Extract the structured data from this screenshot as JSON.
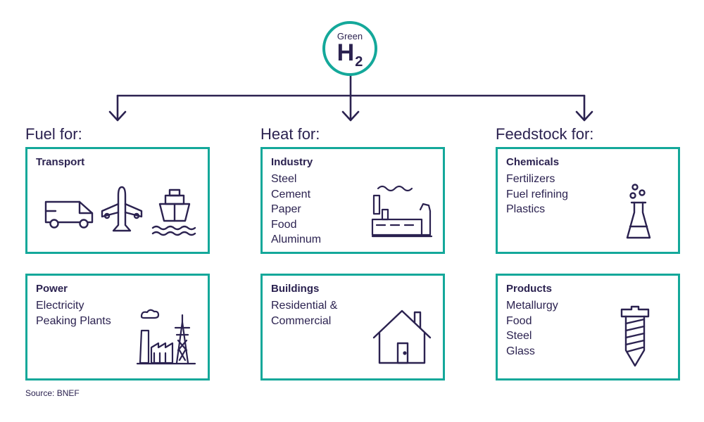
{
  "hub": {
    "top_label": "Green",
    "main_label": "H",
    "subscript": "2"
  },
  "columns": [
    {
      "heading": "Fuel for:",
      "cards": [
        {
          "title": "Transport",
          "items": [],
          "icons": [
            "van-icon",
            "airplane-icon",
            "ship-icon"
          ]
        },
        {
          "title": "Power",
          "items": [
            "Electricity",
            "Peaking Plants"
          ],
          "icons": [
            "power-plant-icon"
          ]
        }
      ]
    },
    {
      "heading": "Heat for:",
      "cards": [
        {
          "title": "Industry",
          "items": [
            "Steel",
            "Cement",
            "Paper",
            "Food",
            "Aluminum"
          ],
          "icons": [
            "factory-icon"
          ]
        },
        {
          "title": "Buildings",
          "items": [
            "Residential &",
            "Commercial"
          ],
          "icons": [
            "house-icon"
          ]
        }
      ]
    },
    {
      "heading": "Feedstock for:",
      "cards": [
        {
          "title": "Chemicals",
          "items": [
            "Fertilizers",
            "Fuel refining",
            "Plastics"
          ],
          "icons": [
            "flask-icon"
          ]
        },
        {
          "title": "Products",
          "items": [
            "Metallurgy",
            "Food",
            "Steel",
            "Glass"
          ],
          "icons": [
            "screw-icon"
          ]
        }
      ]
    }
  ],
  "source": "Source: BNEF",
  "colors": {
    "accent_teal": "#14a89a",
    "ink": "#2b2250"
  }
}
